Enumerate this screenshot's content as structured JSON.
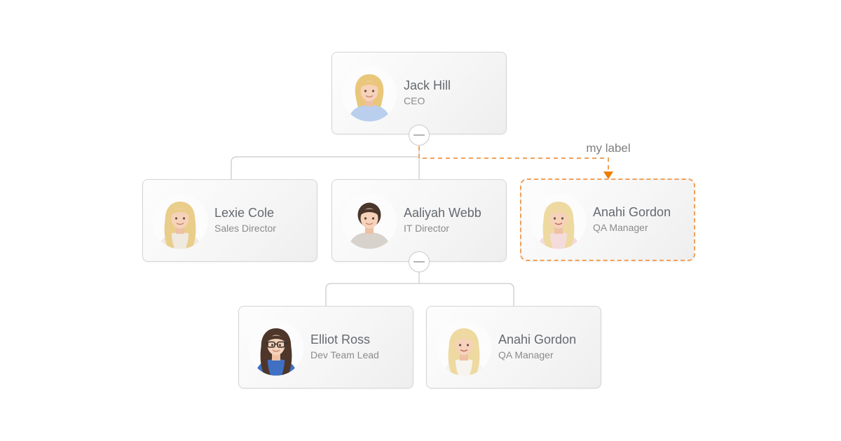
{
  "page": {
    "background": "#ffffff"
  },
  "org_chart": {
    "people": [
      {
        "name": "Jack Hill",
        "title": "CEO",
        "reports_to": null,
        "highlighted": false,
        "has_collapse_toggle": true
      },
      {
        "name": "Lexie Cole",
        "title": "Sales Director",
        "reports_to": "Jack Hill",
        "highlighted": false,
        "has_collapse_toggle": false
      },
      {
        "name": "Aaliyah Webb",
        "title": "IT Director",
        "reports_to": "Jack Hill",
        "highlighted": false,
        "has_collapse_toggle": true
      },
      {
        "name": "Anahi Gordon",
        "title": "QA Manager",
        "reports_to": "Jack Hill",
        "highlighted": true,
        "has_collapse_toggle": false
      },
      {
        "name": "Elliot Ross",
        "title": "Dev Team Lead",
        "reports_to": "Aaliyah Webb",
        "highlighted": false,
        "has_collapse_toggle": false
      },
      {
        "name": "Anahi Gordon",
        "title": "QA Manager",
        "reports_to": "Aaliyah Webb",
        "highlighted": false,
        "has_collapse_toggle": false
      }
    ],
    "annotation": {
      "label": "my label",
      "link_type": "dashed-arrow",
      "from": "Jack Hill",
      "to": "Anahi Gordon"
    },
    "toggles": {
      "state": "expanded",
      "icon": "minus"
    },
    "colors": {
      "accent_orange": "#ee7c00",
      "dashed_orange": "#f2a159",
      "connector_gray": "#cbcbcb",
      "card_border": "#d5d5d5",
      "name_text": "#646a70",
      "title_text": "#8b8b8b",
      "label_text": "#7f7f7f"
    }
  }
}
